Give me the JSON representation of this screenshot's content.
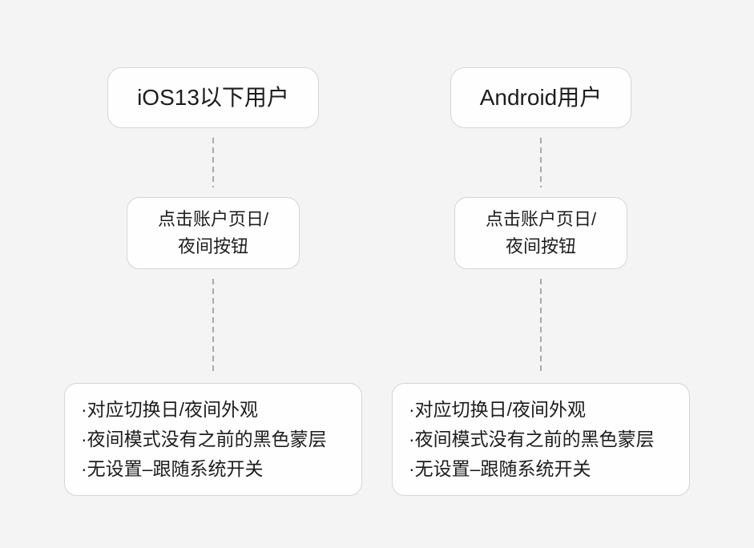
{
  "diagram": {
    "title_hint": "day-night mode switch flow by platform",
    "colors": {
      "background": "#f4f4f5",
      "box_background": "#fefefe",
      "box_border": "#d6d6d8",
      "text": "#1d1d1f",
      "connector": "#a9a9ad"
    },
    "columns": [
      {
        "header": "iOS13以下用户",
        "step_lines": [
          "点击账户页日/",
          "夜间按钮"
        ],
        "bullets": [
          "·对应切换日/夜间外观",
          "·夜间模式没有之前的黑色蒙层",
          "·无设置–跟随系统开关"
        ]
      },
      {
        "header": "Android用户",
        "step_lines": [
          "点击账户页日/",
          "夜间按钮"
        ],
        "bullets": [
          "·对应切换日/夜间外观",
          "·夜间模式没有之前的黑色蒙层",
          "·无设置–跟随系统开关"
        ]
      }
    ]
  }
}
